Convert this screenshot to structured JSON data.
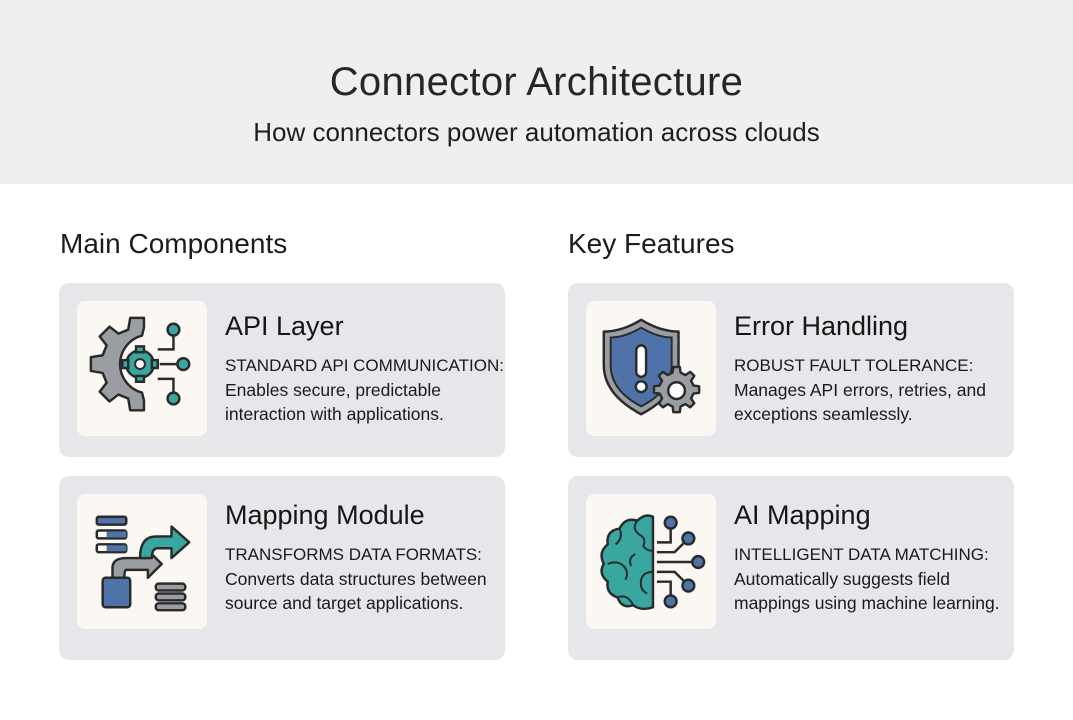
{
  "header": {
    "title": "Connector Architecture",
    "subtitle": "How connectors power automation across clouds"
  },
  "sections": {
    "left": {
      "title": "Main Components",
      "cards": [
        {
          "icon": "gear-circuit-icon",
          "title": "API Layer",
          "lead": "STANDARD API COMMUNICATION:",
          "description": "Enables secure, predictable interaction with applications."
        },
        {
          "icon": "data-transform-icon",
          "title": "Mapping Module",
          "lead": "TRANSFORMS DATA FORMATS:",
          "description": "Converts data structures between source and target applications."
        }
      ]
    },
    "right": {
      "title": "Key Features",
      "cards": [
        {
          "icon": "shield-alert-gear-icon",
          "title": "Error Handling",
          "lead": "ROBUST FAULT TOLERANCE:",
          "description": "Manages API errors, retries, and exceptions seamlessly."
        },
        {
          "icon": "brain-circuit-icon",
          "title": "AI Mapping",
          "lead": "INTELLIGENT DATA MATCHING:",
          "description": "Automatically suggests field mappings using machine learning."
        }
      ]
    }
  },
  "colors": {
    "header_bg": "#efefef",
    "card_bg": "#e6e7ea",
    "icon_bg": "#fbf7f2",
    "teal": "#3aa6a0",
    "blue": "#4f73a8",
    "gray": "#9a9ea3"
  }
}
